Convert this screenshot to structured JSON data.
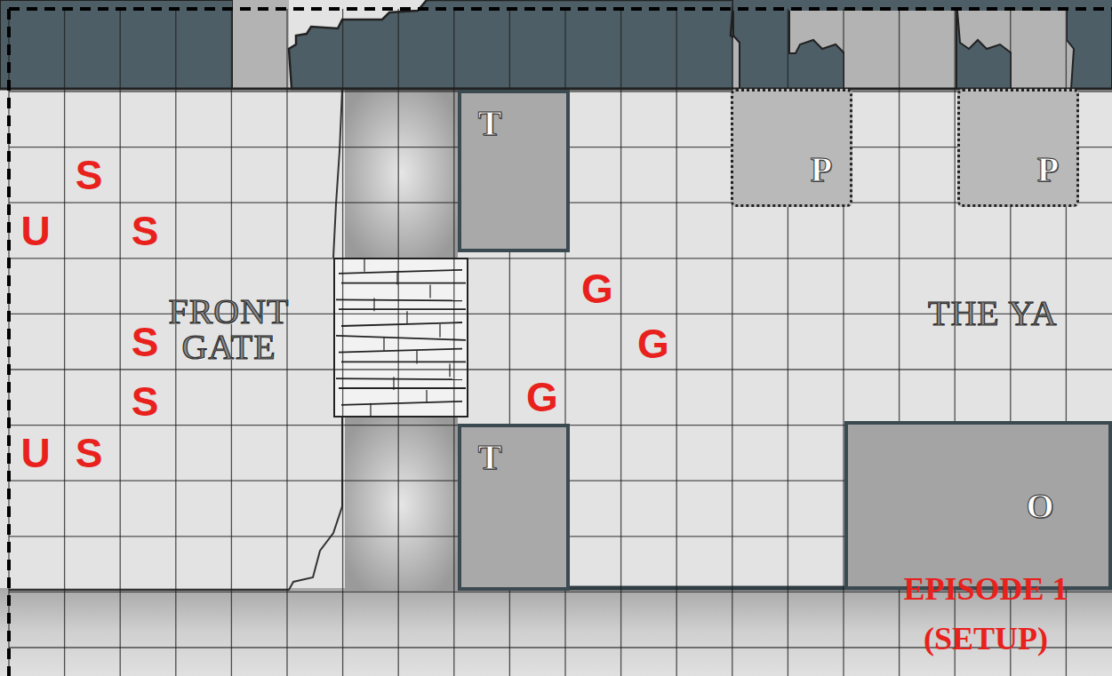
{
  "diagram": {
    "nodes": [
      {
        "text": [
          "T"
        ]
      },
      {
        "text": [
          "P"
        ]
      },
      {
        "text": [
          "P"
        ]
      },
      {
        "text": [
          "T"
        ]
      },
      {
        "text": [
          "O"
        ]
      }
    ],
    "labels": [
      "S",
      "U",
      "S",
      "G",
      "FRONT GATE",
      "G",
      "THE YA",
      "S",
      "G",
      "S",
      "U",
      "S",
      "EPISODE 1 (SETUP)"
    ]
  }
}
